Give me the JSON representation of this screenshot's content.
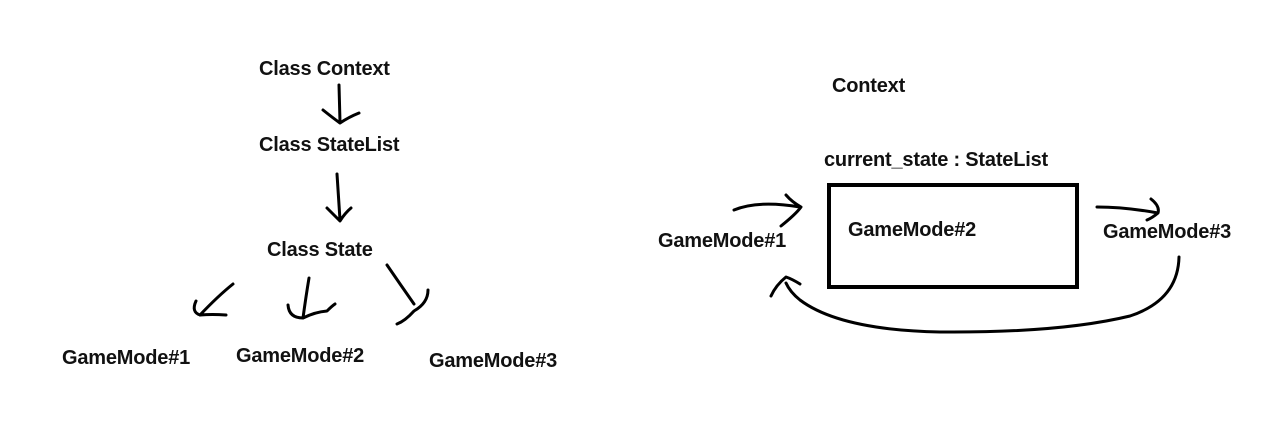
{
  "hierarchy": {
    "context": "Class Context",
    "state_list": "Class StateList",
    "state": "Class State",
    "modes": [
      "GameMode#1",
      "GameMode#2",
      "GameMode#3"
    ]
  },
  "runtime": {
    "title": "Context",
    "current_state_label": "current_state : StateList",
    "active_mode": "GameMode#2",
    "prev_mode": "GameMode#1",
    "next_mode": "GameMode#3"
  },
  "colors": {
    "ink": "#000000",
    "text": "#111111",
    "background": "#ffffff"
  }
}
